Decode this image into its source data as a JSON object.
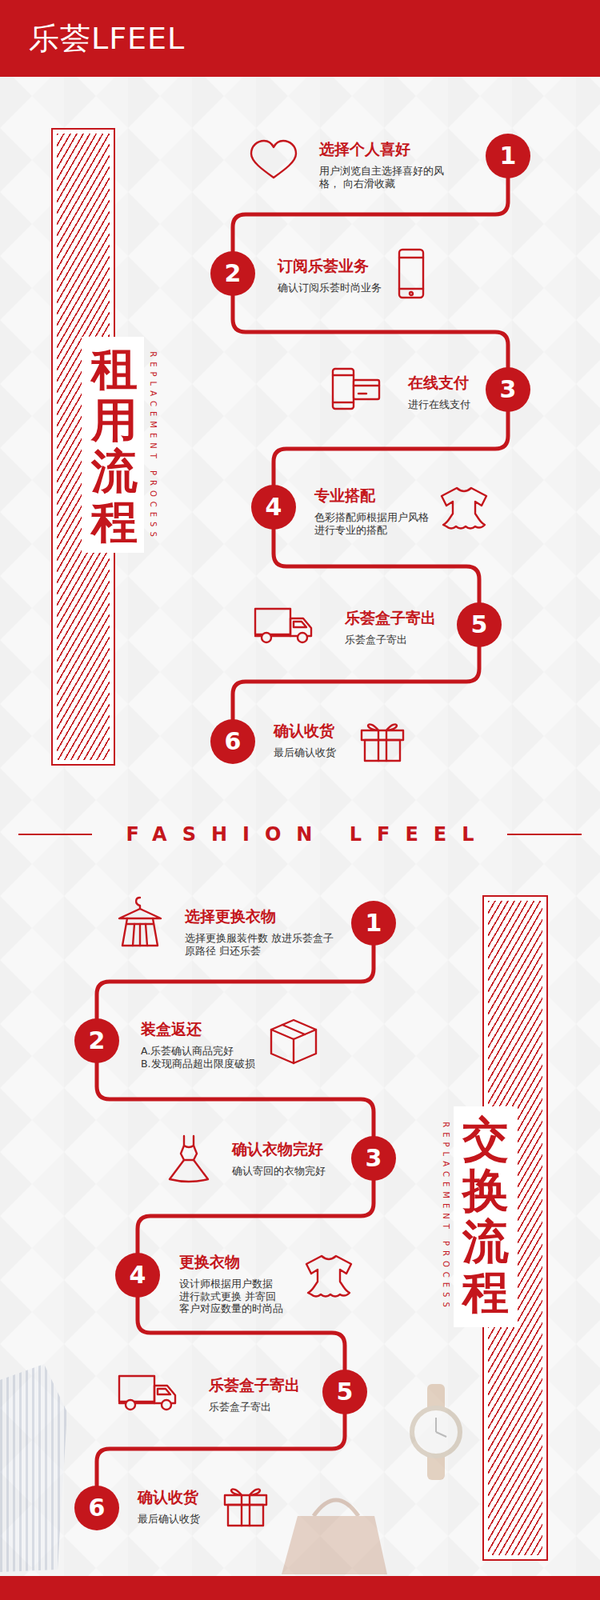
{
  "diagram": {
    "title": "乐荟LFEEL",
    "nodes": [
      {
        "text": [
          "租用流程",
          "REPLACEMENT PROCESS"
        ]
      },
      {
        "text": [
          "1",
          "选择个人喜好",
          "用户浏览自主选择喜好的风格， 向右滑收藏"
        ]
      },
      {
        "text": [
          "2",
          "订阅乐荟业务",
          "确认订阅乐荟时尚业务"
        ]
      },
      {
        "text": [
          "3",
          "在线支付",
          "进行在线支付"
        ]
      },
      {
        "text": [
          "4",
          "专业搭配",
          "色彩搭配师根据用户风格 进行专业的搭配"
        ]
      },
      {
        "text": [
          "5",
          "乐荟盒子寄出",
          "乐荟盒子寄出"
        ]
      },
      {
        "text": [
          "6",
          "确认收货",
          "最后确认收货"
        ]
      },
      {
        "text": [
          "交换流程",
          "REPLACEMENT PROCESS"
        ]
      },
      {
        "text": [
          "1",
          "选择更换衣物",
          "选择更换服装件数 放进乐荟盒子 原路径 归还乐荟"
        ]
      },
      {
        "text": [
          "2",
          "装盒返还",
          "A.乐荟确认商品完好",
          "B.发现商品超出限度破损"
        ]
      },
      {
        "text": [
          "3",
          "确认衣物完好",
          "确认寄回的衣物完好"
        ]
      },
      {
        "text": [
          "4",
          "更换衣物",
          "设计师根据用户数据 进行款式更换 并寄回客户对应数量的时尚品"
        ]
      },
      {
        "text": [
          "5",
          "乐荟盒子寄出",
          "乐荟盒子寄出"
        ]
      },
      {
        "text": [
          "6",
          "确认收货",
          "最后确认收货"
        ]
      }
    ],
    "edges": [
      {
        "from": 1,
        "to": 2,
        "arrow": "none"
      },
      {
        "from": 2,
        "to": 3,
        "arrow": "none"
      },
      {
        "from": 3,
        "to": 4,
        "arrow": "none"
      },
      {
        "from": 4,
        "to": 5,
        "arrow": "none"
      },
      {
        "from": 5,
        "to": 6,
        "arrow": "none"
      },
      {
        "from": 8,
        "to": 9,
        "arrow": "none"
      },
      {
        "from": 9,
        "to": 10,
        "arrow": "none"
      },
      {
        "from": 10,
        "to": 11,
        "arrow": "none"
      },
      {
        "from": 11,
        "to": 12,
        "arrow": "none"
      },
      {
        "from": 12,
        "to": 13,
        "arrow": "none"
      }
    ],
    "labels": [
      "FASHION LFEEL"
    ]
  }
}
